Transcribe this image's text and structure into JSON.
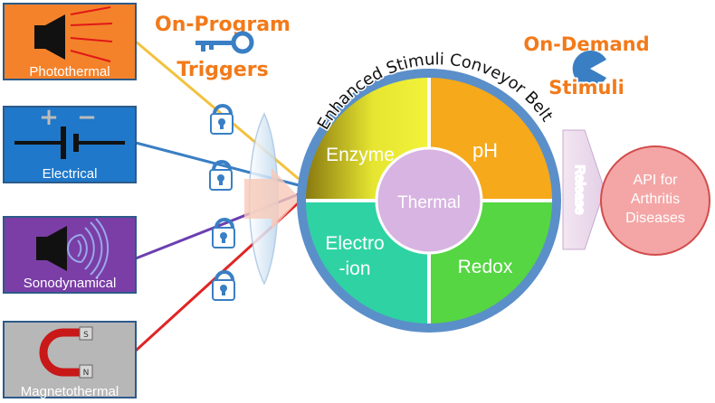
{
  "stimuli_boxes": [
    {
      "label": "Photothermal",
      "color": "#f4822a",
      "icon": "speaker-rays-icon"
    },
    {
      "label": "Electrical",
      "color": "#1f78c9",
      "icon": "battery-icon"
    },
    {
      "label": "Sonodynamical",
      "color": "#7a3ea6",
      "icon": "speaker-waves-icon"
    },
    {
      "label": "Magnetothermal",
      "color": "#b7b7b7",
      "icon": "magnet-icon"
    }
  ],
  "magnet": {
    "north": "N",
    "south": "S"
  },
  "battery": {
    "plus": "+",
    "minus": "−"
  },
  "triggers": {
    "line1": "On-Program",
    "line2": "Triggers",
    "icon": "key-icon"
  },
  "on_demand": {
    "line1": "On-Demand",
    "line2": "Stimuli",
    "icon": "pacman-icon"
  },
  "lock_icon": "padlock-icon",
  "belt": {
    "title": "Enhanced Stimuli Conveyor Belt",
    "quadrants": {
      "top_left": "Enzyme",
      "top_right": "pH",
      "bottom_left_1": "Electro",
      "bottom_left_2": "-ion",
      "bottom_right": "Redox"
    },
    "center": "Thermal"
  },
  "release": "Release",
  "api": {
    "line1": "API for",
    "line2": "Arthritis",
    "line3": "Diseases"
  },
  "colors": {
    "ring": "#5b8fc9",
    "enzyme": "#e6e632",
    "ph": "#f6a91a",
    "electroion": "#2fd3a3",
    "redox": "#55d642",
    "thermal": "#d8b4e2",
    "api": "#f4a6a6",
    "orange_text": "#f27a1a",
    "line_yellow": "#f2c23c",
    "line_blue": "#3a7fc4",
    "line_purple": "#6b3fb0",
    "line_red": "#e02424"
  }
}
